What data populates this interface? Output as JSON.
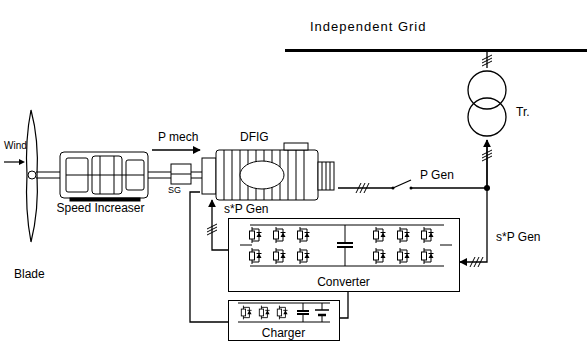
{
  "diagram": {
    "nodes": [
      {
        "text": [
          "Independent Grid"
        ]
      },
      {
        "text": [
          "Tr."
        ]
      },
      {
        "text": [
          "Speed Increaser"
        ]
      },
      {
        "text": [
          "DFIG"
        ]
      },
      {
        "text": [
          "Converter"
        ]
      },
      {
        "text": [
          "Charger"
        ]
      }
    ],
    "edges": [
      {
        "from": 2,
        "to": 3,
        "arrow": "to",
        "label": "P mech"
      },
      {
        "from": 3,
        "to": 1,
        "arrow": "to",
        "label": "P Gen"
      },
      {
        "from": 4,
        "to": 3,
        "arrow": "to",
        "label": "s*P Gen"
      },
      {
        "from": 1,
        "to": 4,
        "arrow": "to",
        "label": "s*P Gen"
      },
      {
        "from": 5,
        "to": 4,
        "arrow": "none"
      },
      {
        "from": 5,
        "to": 3,
        "arrow": "none"
      },
      {
        "from": 1,
        "to": 0,
        "arrow": "none"
      }
    ],
    "labels": [
      "Wind",
      "Blade",
      "SG"
    ]
  }
}
